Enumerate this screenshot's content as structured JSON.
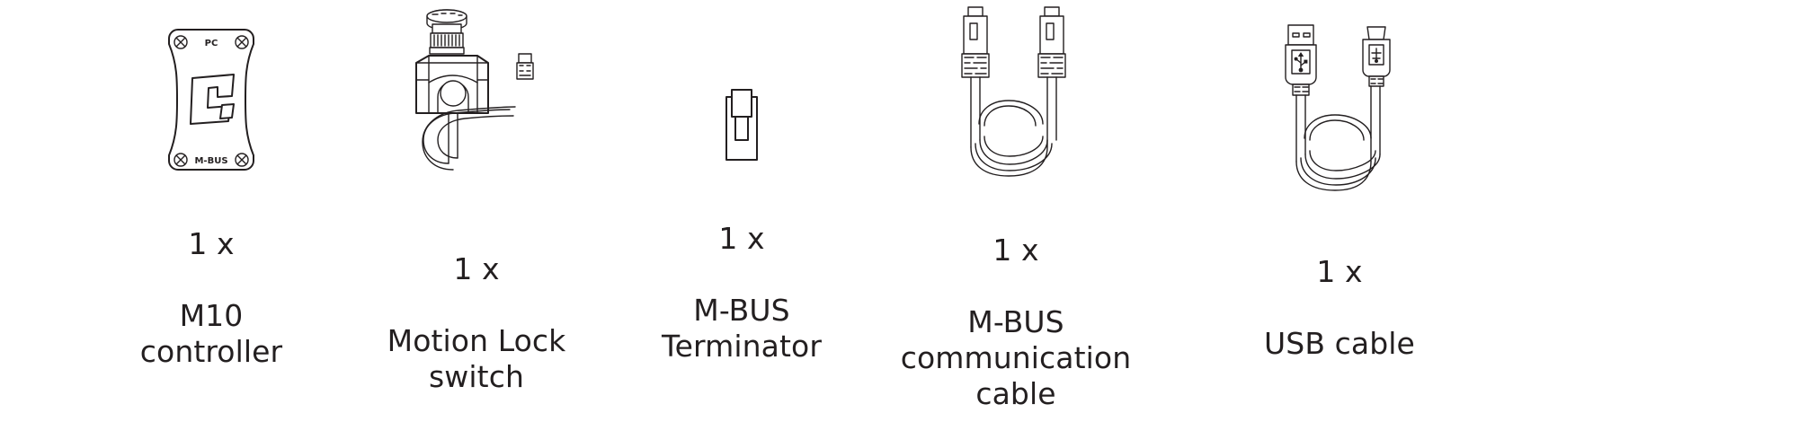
{
  "page": {
    "background_color": "#ffffff",
    "line_color": "#231f20",
    "text_color": "#231f20",
    "layout": "horizontal-row-of-five-parts"
  },
  "items": [
    {
      "id": "m10-controller",
      "quantity": "1 x",
      "name": "M10\ncontroller",
      "name_lines": [
        "M10",
        "controller"
      ],
      "illustration": "controller-board",
      "board_labels": {
        "top": "PC",
        "bottom": "M-BUS"
      },
      "screws": 4
    },
    {
      "id": "motion-lock-switch",
      "quantity": "1 x",
      "name": "Motion Lock\nswitch",
      "name_lines": [
        "Motion Lock",
        "switch"
      ],
      "illustration": "knob-switch-with-cable"
    },
    {
      "id": "m-bus-terminator",
      "quantity": "1 x",
      "name": "M-BUS\nTerminator",
      "name_lines": [
        "M-BUS",
        "Terminator"
      ],
      "illustration": "terminator-plug"
    },
    {
      "id": "m-bus-communication-cable",
      "quantity": "1 x",
      "name": "M-BUS\ncommunication\ncable",
      "name_lines": [
        "M-BUS",
        "communication",
        "cable"
      ],
      "illustration": "rj-to-rj-coiled-cable"
    },
    {
      "id": "usb-cable",
      "quantity": "1 x",
      "name": "USB cable",
      "name_lines": [
        "USB cable"
      ],
      "illustration": "usb-a-to-micro-usb-coiled-cable"
    }
  ]
}
